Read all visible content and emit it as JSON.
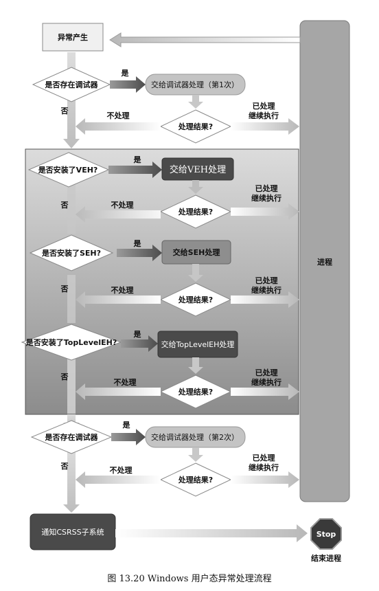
{
  "nodes": {
    "exception_start": "异常产生",
    "debugger_check_1": "是否存在调试器",
    "debugger_handle_1": "交给调试器处理（第1次）",
    "result_1": "处理结果?",
    "veh_check": "是否安装了VEH?",
    "veh_handle": "交给VEH处理",
    "result_veh": "处理结果?",
    "seh_check": "是否安装了SEH?",
    "seh_handle": "交给SEH处理",
    "result_seh": "处理结果?",
    "toplevel_check": "是否安装了TopLevelEH?",
    "toplevel_handle": "交给TopLevelEH处理",
    "result_toplevel": "处理结果?",
    "debugger_check_2": "是否存在调试器",
    "debugger_handle_2": "交给调试器处理（第2次）",
    "result_2": "处理结果?",
    "notify_csrss": "通知CSRSS子系统",
    "process": "进程",
    "stop": "Stop",
    "end_process": "结束进程"
  },
  "labels": {
    "yes": "是",
    "no": "否",
    "not_handled": "不处理",
    "handled": "已处理",
    "continue": "继续执行"
  },
  "caption": "图 13.20   Windows 用户态异常处理流程"
}
